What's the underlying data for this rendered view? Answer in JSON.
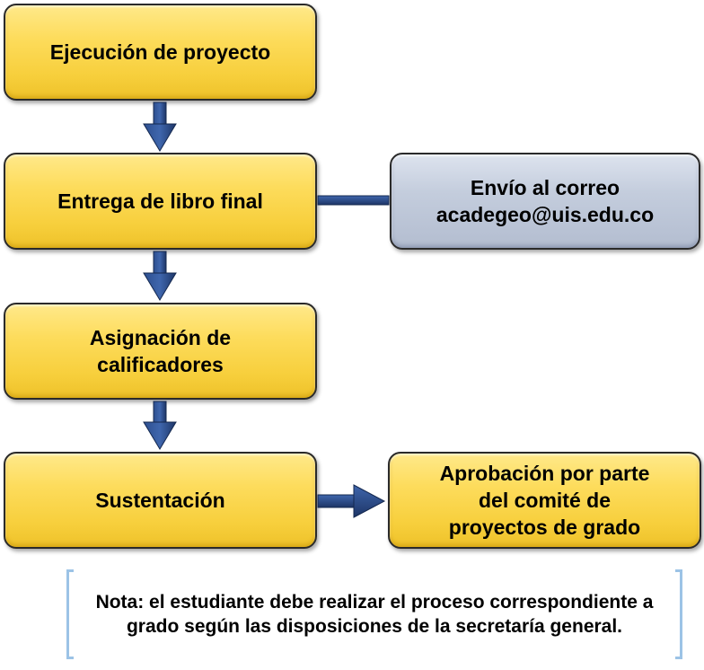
{
  "flow": {
    "step1": "Ejecución de proyecto",
    "step2": "Entrega de libro final",
    "step3": "Asignación de\ncalificadores",
    "step4": "Sustentación",
    "side_email": "Envío al correo\nacadegeo@uis.edu.co",
    "side_approval": "Aprobación por parte\ndel comité de\nproyectos de grado"
  },
  "note": {
    "text": "Nota: el estudiante debe realizar el proceso correspondiente a grado según las disposiciones de la secretaría general."
  },
  "colors": {
    "box_fill": "#fddc5c",
    "side_fill": "#c4cddd",
    "arrow": "#1f3a6e",
    "bracket": "#9cc3e6"
  }
}
